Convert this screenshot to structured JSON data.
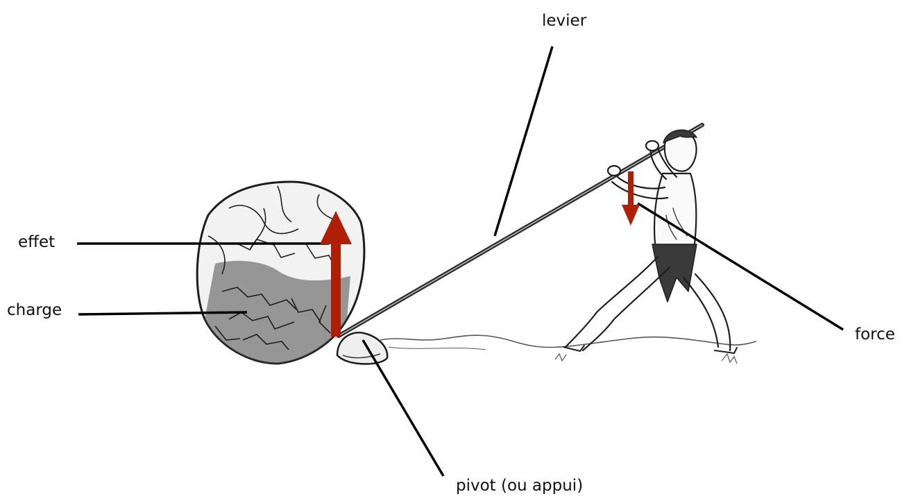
{
  "labels": {
    "levier": "levier",
    "effet": "effet",
    "charge": "charge",
    "force": "force",
    "pivot": "pivot (ou appui)"
  },
  "colors": {
    "arrow": "#b01e05",
    "leader_line": "#000000",
    "drawing_ink": "#2a2a2a"
  }
}
